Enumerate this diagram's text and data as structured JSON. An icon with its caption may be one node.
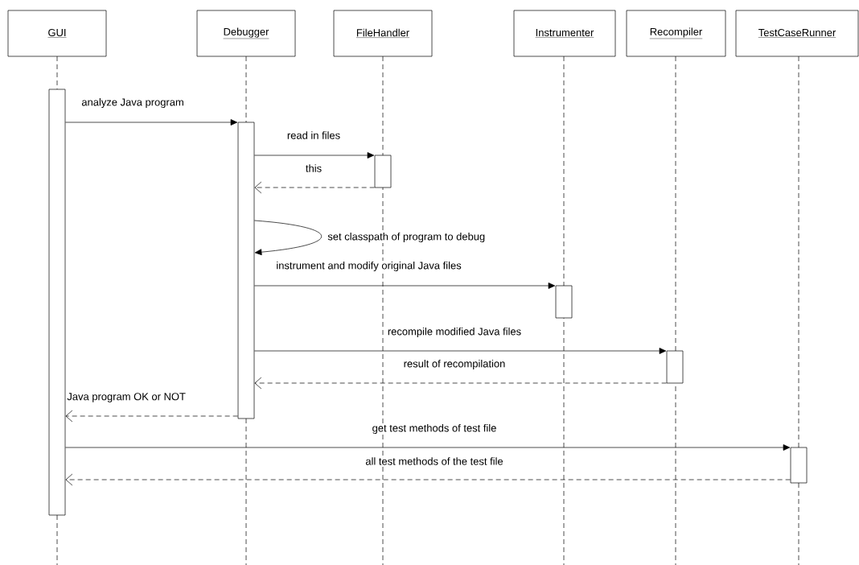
{
  "diagram": {
    "nodes": [
      {
        "text": [
          "GUI"
        ]
      },
      {
        "text": [
          "Debugger"
        ]
      },
      {
        "text": [
          "FileHandler"
        ]
      },
      {
        "text": [
          "Instrumenter"
        ]
      },
      {
        "text": [
          "Recompiler"
        ]
      },
      {
        "text": [
          "TestCaseRunner"
        ]
      },
      {
        "text": [],
        "shape": "bar"
      },
      {
        "text": [],
        "shape": "bar"
      },
      {
        "text": [],
        "shape": "bar"
      },
      {
        "text": [],
        "shape": "bar"
      },
      {
        "text": [],
        "shape": "bar"
      },
      {
        "text": [],
        "shape": "bar"
      }
    ],
    "edges": [
      {
        "from": 6,
        "to": 7,
        "arrow": "to",
        "label": "analyze Java program"
      },
      {
        "from": 7,
        "to": 8,
        "arrow": "to",
        "label": "read in files"
      },
      {
        "from": 8,
        "to": 7,
        "arrow": "to",
        "label": "this",
        "style": "dashed"
      },
      {
        "from": 7,
        "to": 7,
        "arrow": "to",
        "label": "set classpath of program to debug"
      },
      {
        "from": 7,
        "to": 9,
        "arrow": "to",
        "label": "instrument and modify original Java files"
      },
      {
        "from": 7,
        "to": 10,
        "arrow": "to",
        "label": "recompile modified Java files"
      },
      {
        "from": 10,
        "to": 7,
        "arrow": "to",
        "label": "result of recompilation",
        "style": "dashed"
      },
      {
        "from": 7,
        "to": 6,
        "arrow": "to",
        "label": "Java program OK or NOT",
        "style": "dashed"
      },
      {
        "from": 6,
        "to": 11,
        "arrow": "to",
        "label": "get test methods of test file"
      },
      {
        "from": 11,
        "to": 6,
        "arrow": "to",
        "label": "all test methods of the test file",
        "style": "dashed"
      }
    ]
  }
}
